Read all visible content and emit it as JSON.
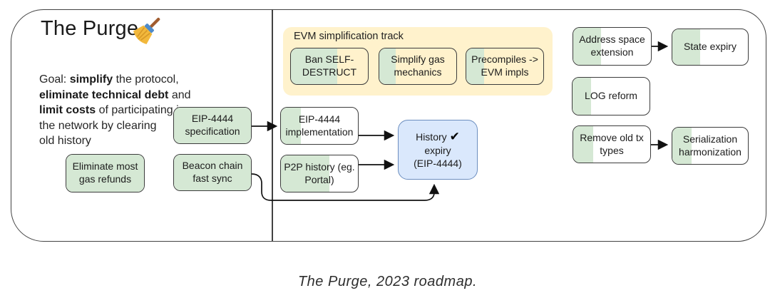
{
  "title": "The Purge",
  "title_icon": "broom-icon",
  "goal": {
    "l1a": "Goal: ",
    "l1b": "simplify",
    "l1c": " the protocol,",
    "l2a": "eliminate technical debt",
    "l2b": " and",
    "l3a": "limit costs",
    "l3b": " of participating in",
    "l4": "the network by clearing",
    "l5": "old history"
  },
  "evm_track": {
    "title": "EVM simplification track"
  },
  "nodes": {
    "eip4444_spec": {
      "label": "EIP-4444 specification",
      "progress": 100
    },
    "eliminate_gas": {
      "label": "Eliminate most gas refunds",
      "progress": 100
    },
    "beacon_fast_sync": {
      "label": "Beacon chain fast sync",
      "progress": 100
    },
    "ban_selfdestruct": {
      "label": "Ban SELF-DESTRUCT",
      "progress": 60
    },
    "simplify_gas": {
      "label": "Simplify gas mechanics",
      "progress": 21
    },
    "precompiles_evm": {
      "label": "Precompiles -> EVM impls",
      "progress": 23
    },
    "eip4444_impl": {
      "label": "EIP-4444 implementation",
      "progress": 26
    },
    "p2p_history": {
      "label": "P2P history (eg. Portal)",
      "progress": 63
    },
    "history_expiry": {
      "label_l1": "History",
      "check_icon": "✔",
      "label_l2": "expiry",
      "label_l3": "(EIP-4444)",
      "status": "done"
    },
    "address_space": {
      "label": "Address space extension",
      "progress": 36
    },
    "state_expiry": {
      "label": "State expiry",
      "progress": 37
    },
    "log_reform": {
      "label": "LOG reform",
      "progress": 24
    },
    "remove_old_tx": {
      "label": "Remove old tx types",
      "progress": 26
    },
    "serialization": {
      "label": "Serialization harmonization",
      "progress": 25
    }
  },
  "edges": [
    {
      "from": "eip4444-specification",
      "to": "eip4444-implementation"
    },
    {
      "from": "eip4444-implementation",
      "to": "history-expiry"
    },
    {
      "from": "p2p-history",
      "to": "history-expiry"
    },
    {
      "from": "beacon-chain-fast-sync",
      "to": "history-expiry"
    },
    {
      "from": "address-space-extension",
      "to": "state-expiry"
    },
    {
      "from": "remove-old-tx-types",
      "to": "serialization-harmonization"
    }
  ],
  "caption": "The Purge, 2023 roadmap.",
  "colors": {
    "done_green": "#d5e8d4",
    "track_yellow": "#fff2cc",
    "milestone_blue_fill": "#dae8fc",
    "milestone_blue_border": "#6c8ebf",
    "line_dark": "#424242"
  }
}
